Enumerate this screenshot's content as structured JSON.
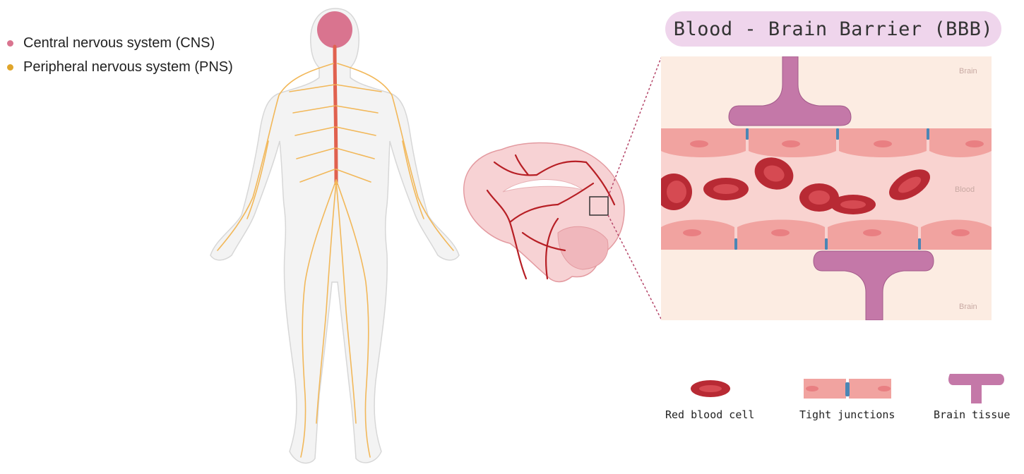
{
  "legend": {
    "items": [
      {
        "label": "Central nervous system (CNS)",
        "color": "#d9748f"
      },
      {
        "label": "Peripheral nervous system (PNS)",
        "color": "#e0a52a"
      }
    ]
  },
  "bbb": {
    "title": "Blood - Brain Barrier (BBB)",
    "zone_labels": {
      "top": "Brain",
      "middle": "Blood",
      "bottom": "Brain"
    }
  },
  "key": {
    "red_blood_cell": "Red blood cell",
    "tight_junctions": "Tight junctions",
    "brain_tissue": "Brain tissue"
  },
  "colors": {
    "title_pill": "#efd5ec",
    "panel_bg": "#fcece2",
    "vessel": "#f7c6c4",
    "endothelial": "#f1a3a0",
    "rbc": "#b82a34",
    "brain_tissue": "#c478a8",
    "junction": "#4b86b5",
    "nerves": "#f2b85a",
    "spine": "#e0614f",
    "body_fill": "#f3f3f3",
    "body_stroke": "#d7d7d7"
  }
}
